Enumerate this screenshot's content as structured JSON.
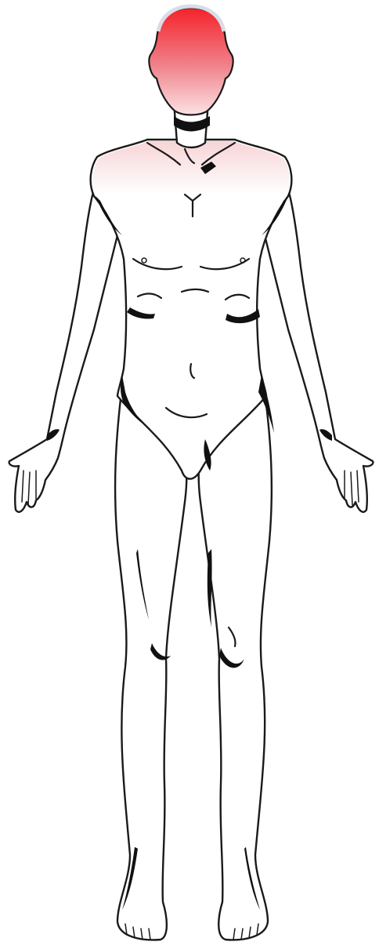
{
  "figure": {
    "view": "anterior",
    "highlighted_region": "head",
    "highlight_intensity": "high-to-fade",
    "colors": {
      "highlight_strong": "#f4222a",
      "highlight_mid": "#f0848c",
      "highlight_fade": "#ffffff",
      "outline": "#1a1a1a",
      "skin": "#ffffff"
    }
  }
}
